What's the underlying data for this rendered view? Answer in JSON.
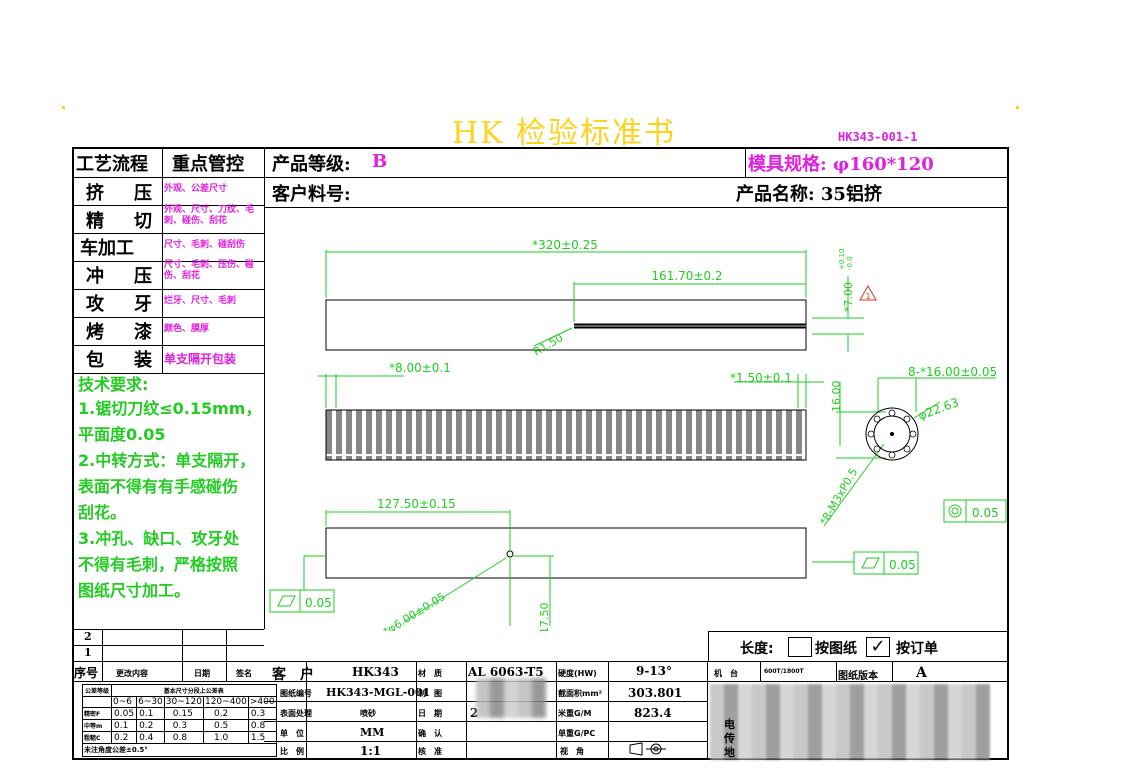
{
  "header": {
    "title": "HK   检验标准书",
    "doc_no": "HK343-001-1"
  },
  "top_row": {
    "process_label": "工艺流程",
    "control_label": "重点管控",
    "grade_label": "产品等级:",
    "grade_value": "B",
    "die_spec": "模具规格: φ160*120",
    "customer_part_label": "客户料号:",
    "product_name": "产品名称: 35铝挤"
  },
  "steps": [
    {
      "name": "挤　压",
      "note": "外观、公差尺寸"
    },
    {
      "name": "精　切",
      "note": "外观、尺寸、刀纹、毛刺、碰伤、刮花"
    },
    {
      "name": "车加工",
      "note": "尺寸、毛刺、碰刮伤"
    },
    {
      "name": "冲　压",
      "note": "尺寸、毛刺、压伤、碰伤、刮花"
    },
    {
      "name": "攻　牙",
      "note": "烂牙、尺寸、毛刺"
    },
    {
      "name": "烤　漆",
      "note": "颜色、膜厚"
    },
    {
      "name": "包　装",
      "note": "单支隔开包装"
    }
  ],
  "requirements": {
    "heading": "技术要求:",
    "lines": [
      "1.锯切刀纹≤0.15mm，",
      "平面度0.05",
      "2.中转方式：单支隔开，",
      "表面不得有有手感碰伤",
      "刮花。",
      "3.冲孔、缺口、攻牙处",
      "不得有毛刺，严格按照",
      "图纸尺寸加工。"
    ]
  },
  "dimensions": {
    "d1": "*320±0.25",
    "d2": "161.70±0.2",
    "d3": "R1.50",
    "d4": "*7.00",
    "d4_tol_up": "+0.10",
    "d4_tol_dn": "-0.0",
    "d5": "*8.00±0.1",
    "d6": "*1.50±0.1",
    "d7": "8-*16.00±0.05",
    "d8": "16.00",
    "d9": "φ22.63",
    "d10": "*8-M3xP0.5",
    "d11": "0.05",
    "d12": "127.50±0.15",
    "d13": "0.05",
    "d14": "*φ6.00±0.05",
    "d15": "17.50",
    "d16": "0.05",
    "warn": "1"
  },
  "length_row": {
    "label": "长度:",
    "opt1": "按图纸",
    "opt2": "按订单"
  },
  "revision": {
    "rows": [
      "2",
      "1"
    ],
    "headers": [
      "序号",
      "更改内容",
      "日期",
      "签名"
    ]
  },
  "title_block": {
    "customer_label": "客　户",
    "customer": "HK343",
    "material_label": "材　质",
    "material": "AL 6063-T5",
    "hardness_label": "硬度(HW)",
    "hardness": "9-13°",
    "machine_label": "机　台",
    "machine": "600T/1800T",
    "version_label": "图纸版本",
    "version": "A",
    "drawing_no_label": "图纸编号",
    "drawing_no": "HK343-MGL-001",
    "draw_label": "制　图",
    "area_label": "截面积mm²",
    "area": "303.801",
    "surface_label": "表面处理",
    "surface": "喷砂",
    "date_label": "日　期",
    "date": "2",
    "weight_m_label": "米重G/M",
    "weight_m": "823.4",
    "unit_label": "单　位",
    "unit": "MM",
    "confirm_label": "确　认",
    "weight_pc_label": "单重G/PC",
    "scale_label": "比　例",
    "scale": "1:1",
    "approve_label": "核　准",
    "angle_label": "视　角",
    "right_block": [
      "电",
      "传",
      "地"
    ]
  },
  "tolerance": {
    "title": "公差等级",
    "subtitle": "基本尺寸分段上公差表",
    "ranges": [
      "0~6",
      "6~30",
      "30~120",
      "120~400",
      ">400"
    ],
    "rows": [
      {
        "label": "精密F",
        "values": [
          "0.05",
          "0.1",
          "0.15",
          "0.2",
          "0.3"
        ]
      },
      {
        "label": "中等m",
        "values": [
          "0.1",
          "0.2",
          "0.3",
          "0.5",
          "0.8"
        ]
      },
      {
        "label": "粗糙C",
        "values": [
          "0.2",
          "0.4",
          "0.8",
          "1.0",
          "1.5"
        ]
      }
    ],
    "angle_note": "未注角度公差±0.5°"
  }
}
